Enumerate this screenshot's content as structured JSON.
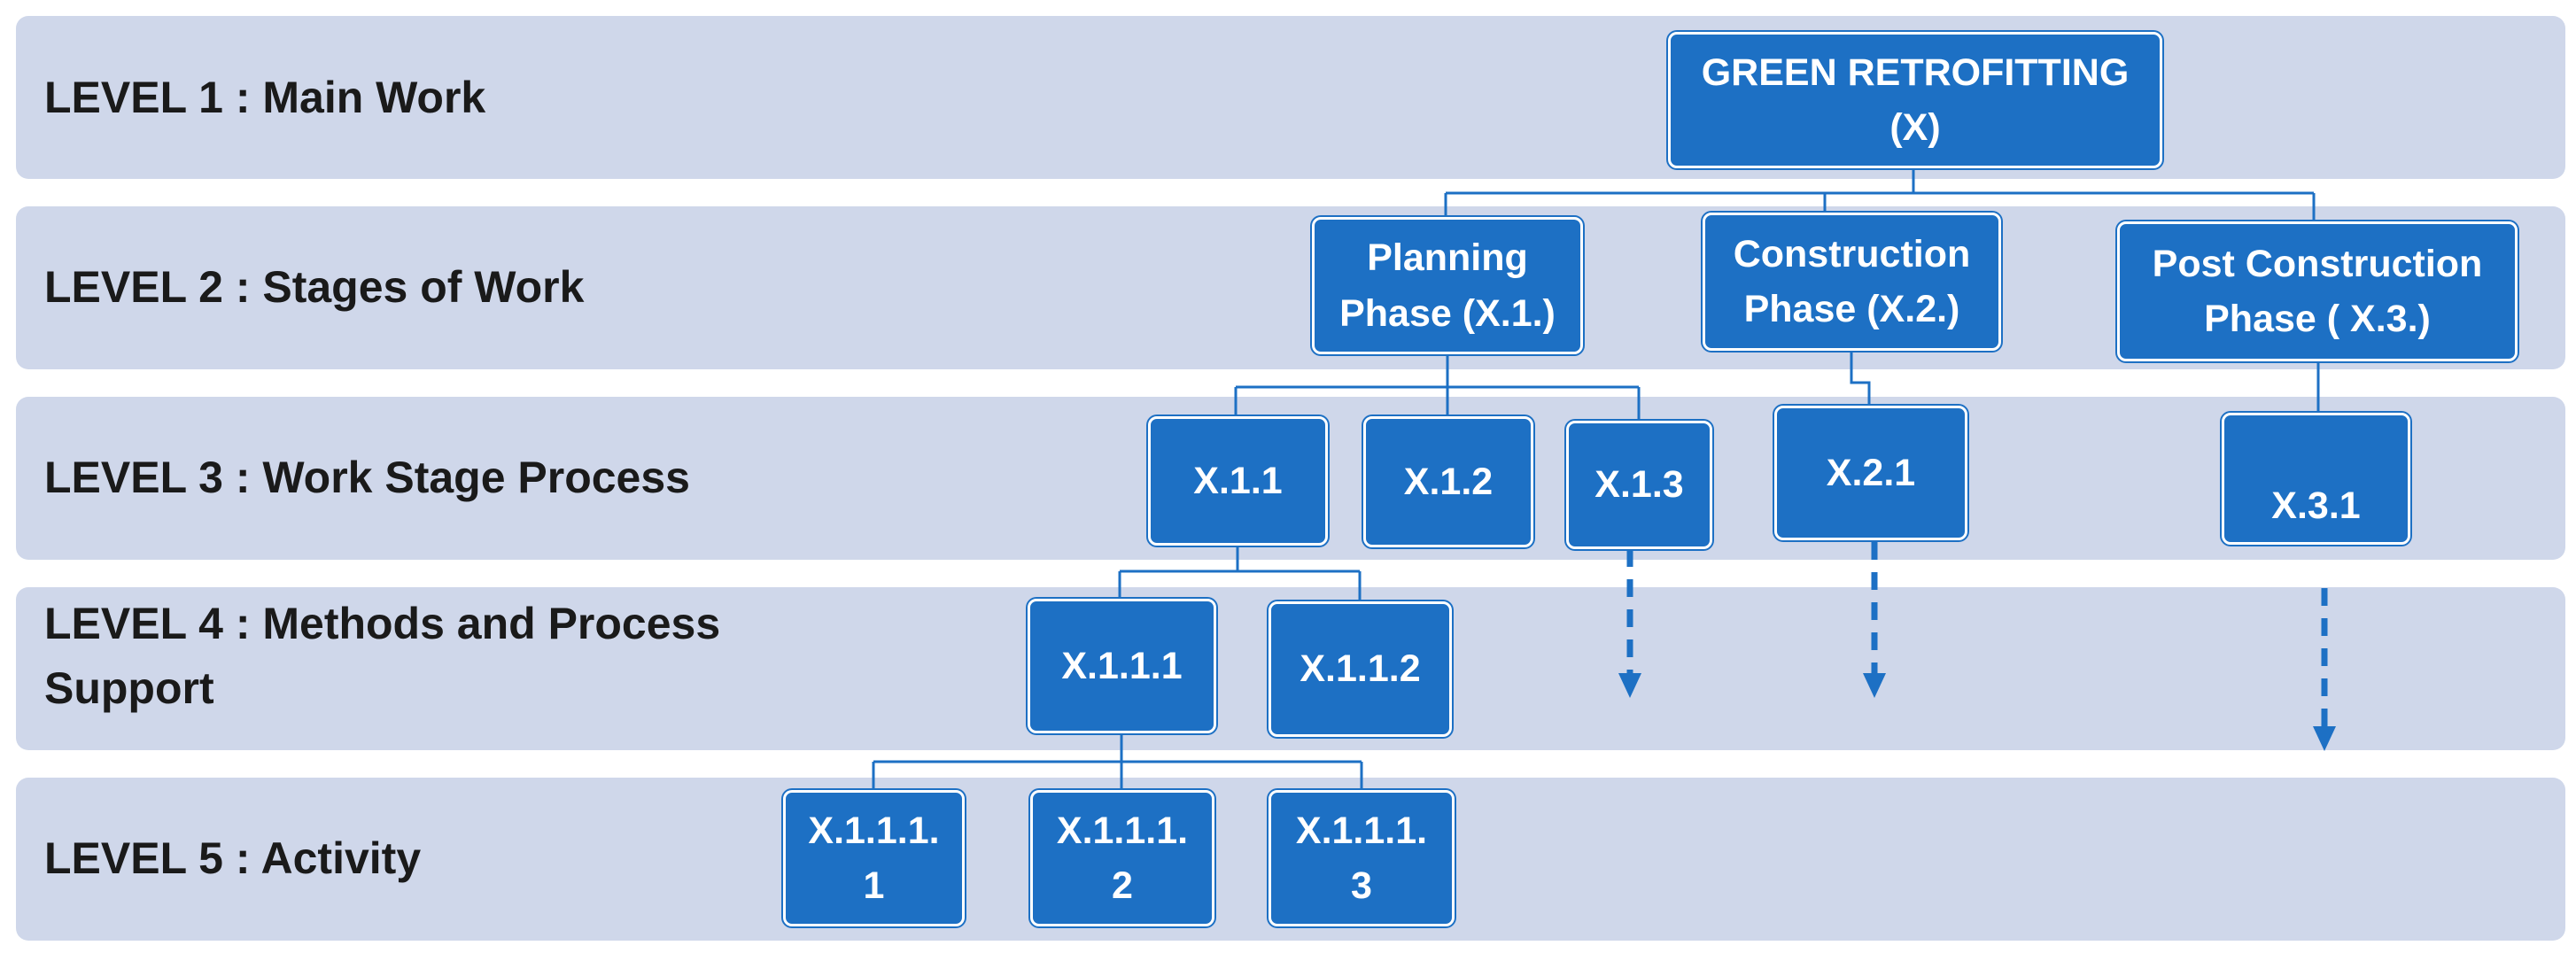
{
  "levels": [
    {
      "id": "1",
      "label": "LEVEL 1 : Main Work"
    },
    {
      "id": "2",
      "label": "LEVEL 2 : Stages of Work"
    },
    {
      "id": "3",
      "label": "LEVEL 3 : Work Stage Process"
    },
    {
      "id": "4",
      "label": "LEVEL 4 : Methods and Process\n         Support"
    },
    {
      "id": "5",
      "label": "LEVEL 5 : Activity"
    }
  ],
  "nodes": {
    "root": "GREEN RETROFITTING\n(X)",
    "x1": "Planning\nPhase (X.1.)",
    "x2": "Construction\nPhase (X.2.)",
    "x3": "Post Construction\nPhase ( X.3.)",
    "x11": "X.1.1",
    "x12": "X.1.2",
    "x13": "X.1.3",
    "x21": "X.2.1",
    "x31": "X.3.1",
    "x111": "X.1.1.1",
    "x112": "X.1.1.2",
    "x1111": "X.1.1.1.\n1",
    "x1112": "X.1.1.1.\n2",
    "x1113": "X.1.1.1.\n3"
  },
  "colors": {
    "band": "#cfd7ea",
    "node_fill": "#1d70c4",
    "node_text": "#ffffff",
    "connector": "#1d70c4"
  }
}
